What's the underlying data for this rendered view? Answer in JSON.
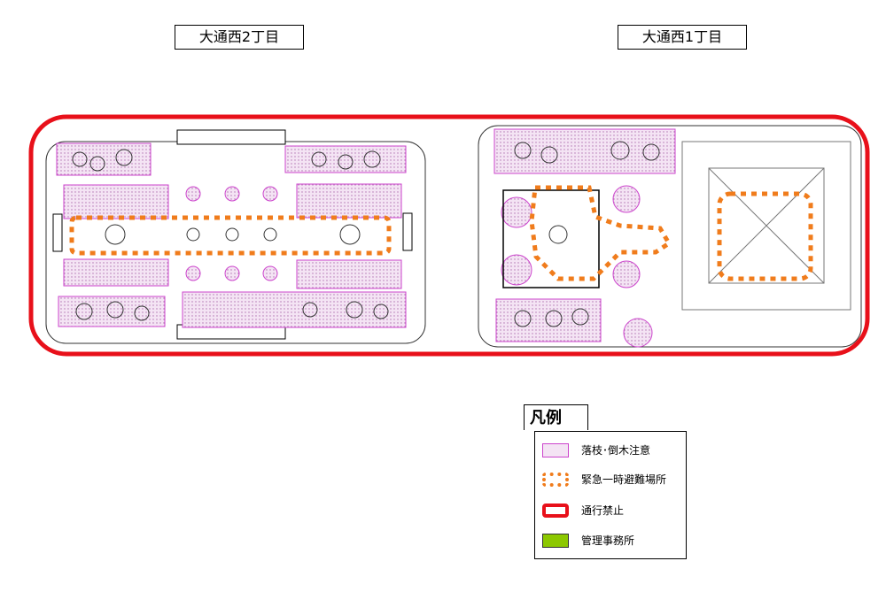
{
  "blocks": {
    "west2": "大通西2丁目",
    "west1": "大通西1丁目"
  },
  "legend": {
    "title": "凡例",
    "items": [
      {
        "label": "落枝･倒木注意",
        "color": "#cc44cc"
      },
      {
        "label": "緊急一時避難場所",
        "color": "#f07c1c"
      },
      {
        "label": "通行禁止",
        "color": "#e8101a"
      },
      {
        "label": "管理事務所",
        "color": "#8cc800"
      }
    ]
  }
}
